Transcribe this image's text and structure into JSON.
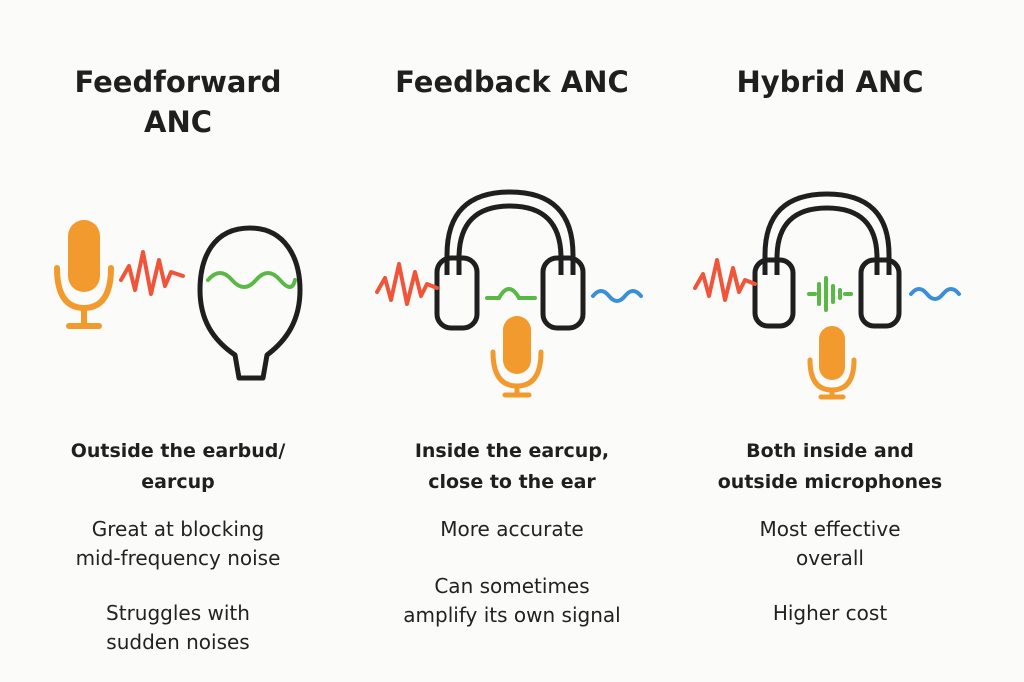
{
  "columns": [
    {
      "title": "Feedforward\nANC",
      "caption": "Outside the earbud/\nearcup",
      "notes": [
        "Great at blocking\nmid-frequency noise",
        "Struggles with\nsudden noises"
      ]
    },
    {
      "title": "Feedback ANC",
      "caption": "Inside the earcup,\nclose to the ear",
      "notes": [
        "More accurate",
        "Can sometimes\namplify its own signal"
      ]
    },
    {
      "title": "Hybrid ANC",
      "caption": "Both inside and\noutside microphones",
      "notes": [
        "Most effective\noverall",
        "Higher cost"
      ]
    }
  ],
  "colors": {
    "noise_wave": "#f0553a",
    "cancel_wave": "#5ab846",
    "residual_wave": "#3a8fd6",
    "microphone": "#f39a2e",
    "outline": "#1f1f1f"
  },
  "icons": [
    "microphone-icon",
    "head-icon",
    "headphones-icon",
    "noise-wave-icon",
    "cancel-wave-icon",
    "residual-wave-icon"
  ]
}
